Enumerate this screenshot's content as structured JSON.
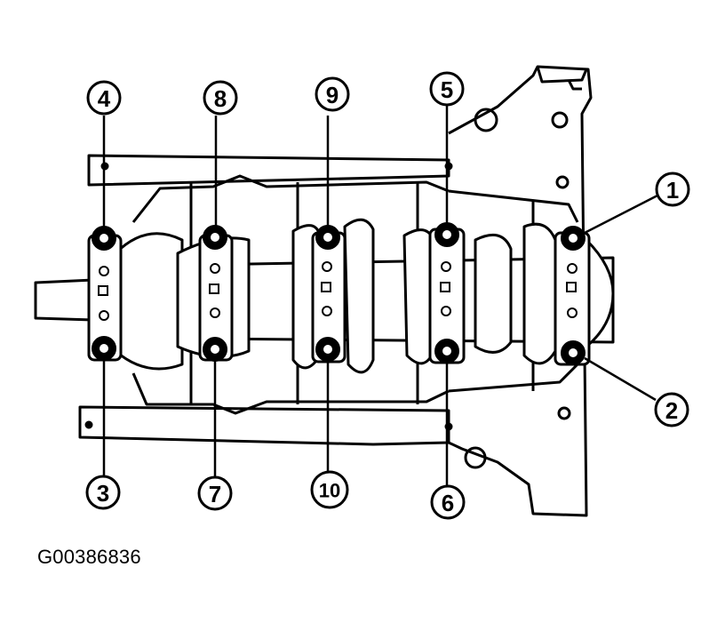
{
  "figure_id": "G00386836",
  "callouts": [
    {
      "label": "1"
    },
    {
      "label": "2"
    },
    {
      "label": "3"
    },
    {
      "label": "4"
    },
    {
      "label": "5"
    },
    {
      "label": "6"
    },
    {
      "label": "7"
    },
    {
      "label": "8"
    },
    {
      "label": "9"
    },
    {
      "label": "10"
    }
  ],
  "colors": {
    "ink": "#000000",
    "paper": "#ffffff"
  }
}
